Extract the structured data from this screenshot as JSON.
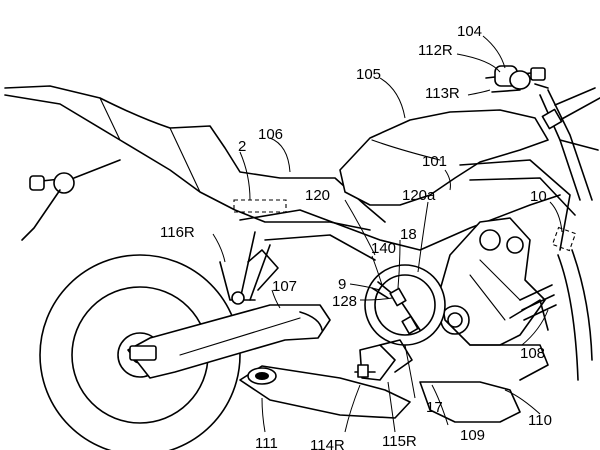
{
  "labels": {
    "l104": "104",
    "l112R": "112R",
    "l105": "105",
    "l113R": "113R",
    "l106": "106",
    "l2": "2",
    "l101": "101",
    "l120": "120",
    "l120a": "120a",
    "l10": "10",
    "l116R": "116R",
    "l140": "140",
    "l18": "18",
    "l9": "9",
    "l128": "128",
    "l107": "107",
    "l108": "108",
    "l17": "17",
    "l110": "110",
    "l109": "109",
    "l111": "111",
    "l114R": "114R",
    "l115R": "115R"
  }
}
